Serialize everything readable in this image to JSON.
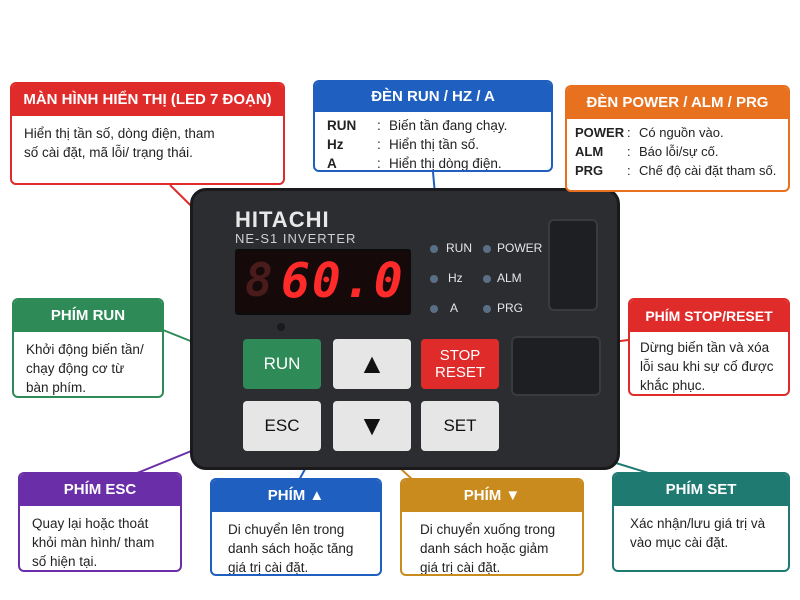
{
  "colors": {
    "red": "#e02b2b",
    "blue": "#1f5fbf",
    "orange": "#e8711f",
    "green": "#2e8b57",
    "purple": "#6a2fa8",
    "gold": "#c98a1e",
    "teal": "#1f7a72"
  },
  "device": {
    "brand": "HITACHI",
    "model": "NE-S1 INVERTER",
    "display": {
      "dim_digit": "8",
      "value": "60.0"
    },
    "indicators_left": [
      "RUN",
      "Hz",
      "A"
    ],
    "indicators_right": [
      "POWER",
      "ALM",
      "PRG"
    ],
    "keys": {
      "run": "RUN",
      "esc": "ESC",
      "up": "▲",
      "down": "▼",
      "stop": "STOP",
      "reset": "RESET",
      "set": "SET"
    }
  },
  "callouts": {
    "display": {
      "title": "MÀN HÌNH HIỂN THỊ (LED 7 ĐOẠN)",
      "text": "Hiển thị tần số, dòng điện, tham số cài đặt, mã lỗi/ trạng thái."
    },
    "run_hz_a": {
      "title": "ĐÈN RUN / HZ / A",
      "rows": [
        {
          "k": "RUN",
          "v": "Biến tần đang chạy."
        },
        {
          "k": "Hz",
          "v": "Hiển thị tần số."
        },
        {
          "k": "A",
          "v": "Hiển thị dòng điện."
        }
      ]
    },
    "power_alm_prg": {
      "title": "ĐÈN POWER / ALM / PRG",
      "rows": [
        {
          "k": "POWER",
          "v": "Có nguồn vào."
        },
        {
          "k": "ALM",
          "v": "Báo lỗi/sự cố."
        },
        {
          "k": "PRG",
          "v": "Chế độ cài đặt tham số."
        }
      ]
    },
    "run_key": {
      "title": "PHÍM RUN",
      "text": "Khởi động biến tần/ chạy động cơ từ bàn phím."
    },
    "stop_reset_key": {
      "title": "PHÍM STOP/RESET",
      "text": "Dừng biến tần và xóa lỗi sau khi sự cố được khắc phục."
    },
    "esc_key": {
      "title": "PHÍM ESC",
      "text": "Quay lại hoặc thoát khỏi màn hình/ tham số hiện tại."
    },
    "up_key": {
      "title": "PHÍM ▲",
      "text": "Di chuyển lên trong danh sách hoặc tăng giá trị cài đặt."
    },
    "down_key": {
      "title": "PHÍM ▼",
      "text": "Di chuyển xuống trong danh sách hoặc giảm giá trị cài đặt."
    },
    "set_key": {
      "title": "PHÍM SET",
      "text": "Xác nhận/lưu giá trị và vào mục cài đặt."
    }
  }
}
